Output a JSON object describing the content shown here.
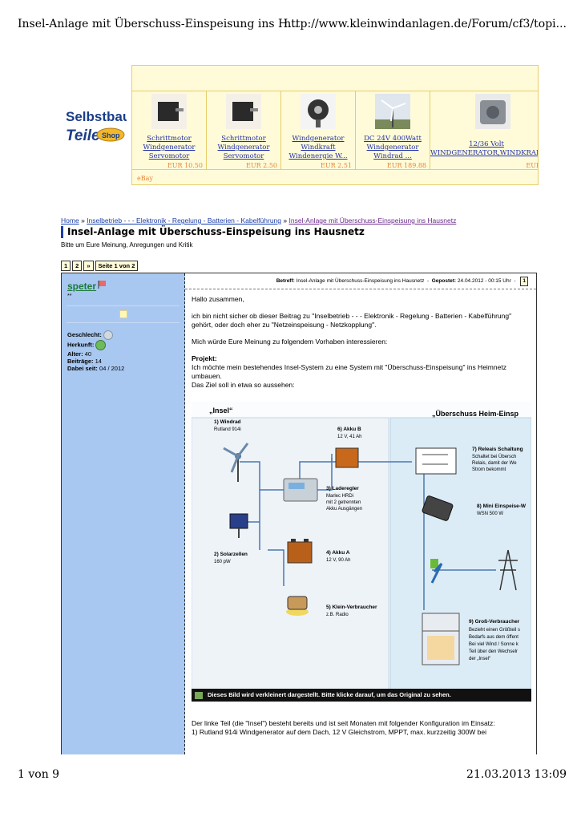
{
  "print": {
    "title": "Insel-Anlage mit Überschuss-Einspeisung ins H...",
    "url": "http://www.kleinwindanlagen.de/Forum/cf3/topi...",
    "page": "1 von 9",
    "datetime": "21.03.2013 13:09"
  },
  "logo": {
    "line1": "Selbstbau",
    "line2": "Teile",
    "shop": "Shop"
  },
  "ads": {
    "items": [
      {
        "title": [
          "Schrittmotor",
          "Windgenerator",
          "Servomotor"
        ],
        "price": "EUR 10.50"
      },
      {
        "title": [
          "Schrittmotor",
          "Windgenerator",
          "Servomotor"
        ],
        "price": "EUR 2.50"
      },
      {
        "title": [
          "Windgenerator",
          "Windkraft",
          "Windenergie W..."
        ],
        "price": "EUR 2.51"
      },
      {
        "title": [
          "DC 24V 400Watt",
          "Windgenerator",
          "Windrad ..."
        ],
        "price": "EUR 189.88"
      },
      {
        "title": [
          "12/36 Volt",
          "WINDGENERATOR,WINDKRAFT"
        ],
        "price": "EUR"
      }
    ],
    "source": "eBay"
  },
  "breadcrumb": {
    "home": "Home",
    "sep": "»",
    "cat": "Inselbetrieb - - - Elektronik - Regelung - Batterien - Kabelführung",
    "current": "Insel-Anlage mit Überschuss-Einspeisung ins Hausnetz"
  },
  "topic": {
    "title": "Insel-Anlage mit Überschuss-Einspeisung ins Hausnetz",
    "subtitle": "Bitte um Eure Meinung, Anregungen und Kritik"
  },
  "pager": {
    "p1": "1",
    "p2": "2",
    "next": "»",
    "label": "Seite 1 von 2"
  },
  "user": {
    "name": "speter",
    "stars": "**",
    "gender_label": "Geschlecht:",
    "origin_label": "Herkunft:",
    "age_label": "Alter:",
    "age": "40",
    "posts_label": "Beiträge:",
    "posts": "14",
    "since_label": "Dabei seit:",
    "since": "04 / 2012"
  },
  "post": {
    "subject_label": "Betreff:",
    "subject": "Insel-Anlage mit Überschuss-Einspeisung ins Hausnetz",
    "posted_label": "Gepostet:",
    "posted": "24.04.2012 - 00:15 Uhr",
    "dash": "-",
    "num": "1",
    "p1": "Hallo zusammen,",
    "p2": "ich bin nicht sicher ob dieser Beitrag zu \"Inselbetrieb - - - Elektronik - Regelung - Batterien - Kabelführung\" gehört, oder doch eher zu \"Netzeinspeisung - Netzkopplung\".",
    "p3": "Mich würde Eure Meinung zu folgendem Vorhaben interessieren:",
    "p4_head": "Projekt:",
    "p4_line1": "Ich möchte mein bestehendes Insel-System zu eine System mit \"Überschuss-Einspeisung\" ins Heimnetz umbauen.",
    "p4_line2": "Das Ziel soll in etwa so aussehen:",
    "banner": "Dieses Bild wird verkleinert dargestellt. Bitte klicke darauf, um das Original zu sehen.",
    "p5": "Der linke Teil (die \"Insel\") besteht bereits und ist seit Monaten mit folgender Konfiguration im Einsatz:",
    "p6": "1) Rutland 914i Windgenerator auf dem Dach, 12 V Gleichstrom, MPPT, max. kurzzeitig 300W bei"
  },
  "diagram": {
    "left_title": "„Insel“",
    "right_title": "„Überschuss Heim-Einsp",
    "n1_t": "1) Windrad",
    "n1_s": "Rutland 914i",
    "n2_t": "2) Solarzellen",
    "n2_s": "160 pW",
    "n3_t": "3) Laderegler",
    "n3_s1": "Marlec HRDi",
    "n3_s2": "mit 2 getrennten",
    "n3_s3": "Akku Ausgängen",
    "n4_t": "4) Akku A",
    "n4_s": "12 V, 90 Ah",
    "n5_t": "5) Klein-Verbraucher",
    "n5_s": "z.B. Radio",
    "n6_t": "6) Akku B",
    "n6_s": "12 V, 41 Ah",
    "n7_t": "7) Releais Schaltung",
    "n7_s1": "Schaltet bei Übersch",
    "n7_s2": "Relais, damit der We",
    "n7_s3": "Strom bekommt",
    "n8_t": "8) Mini Einspeise-W",
    "n8_s": "WSN 500 W",
    "n9_t": "9) Groß-Verbraucher",
    "n9_s1": "Bezieht einen Größteil s",
    "n9_s2": "Bedarfs aus dem öffent",
    "n9_s3": "Bei viel Wind / Sonne k",
    "n9_s4": "Teil über den Wechselr",
    "n9_s5": "der „Insel“"
  }
}
